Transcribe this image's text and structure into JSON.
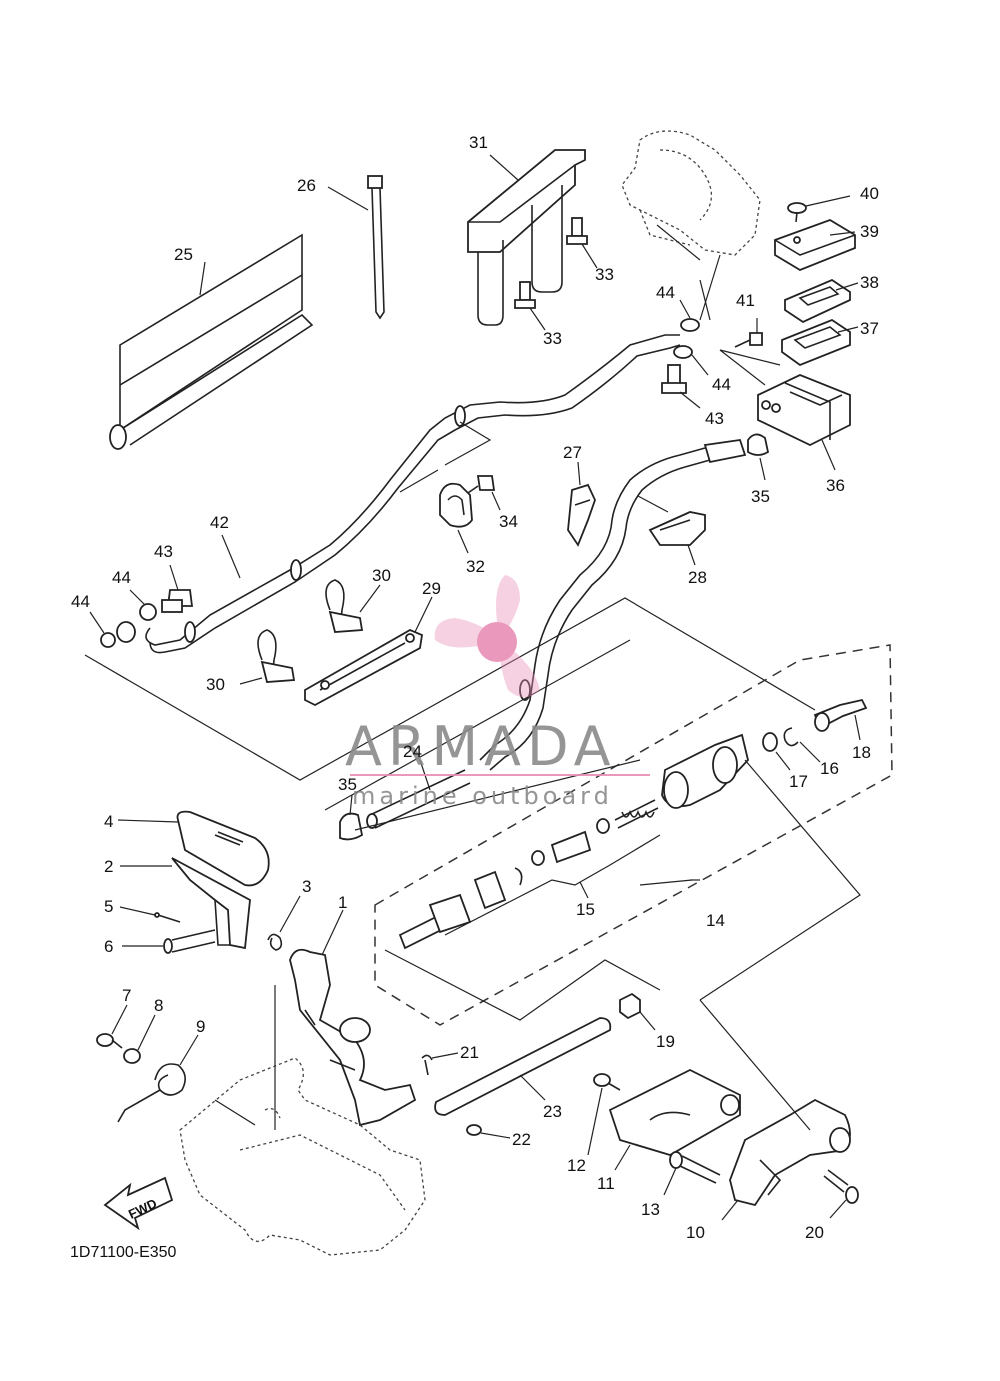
{
  "diagram_code": "1D71100-E350",
  "fwd_label": "FWD",
  "watermark": {
    "title": "ARMADA",
    "subtitle": "marine outboard",
    "color": "#e88fb6"
  },
  "part_numbers": [
    "1",
    "2",
    "3",
    "4",
    "5",
    "6",
    "7",
    "8",
    "9",
    "10",
    "11",
    "12",
    "13",
    "14",
    "15",
    "16",
    "17",
    "18",
    "19",
    "20",
    "21",
    "22",
    "23",
    "24",
    "25",
    "26",
    "27",
    "28",
    "29",
    "30",
    "30",
    "31",
    "32",
    "33",
    "33",
    "34",
    "35",
    "35",
    "36",
    "37",
    "38",
    "39",
    "40",
    "41",
    "42",
    "43",
    "43",
    "44",
    "44",
    "44",
    "44"
  ]
}
